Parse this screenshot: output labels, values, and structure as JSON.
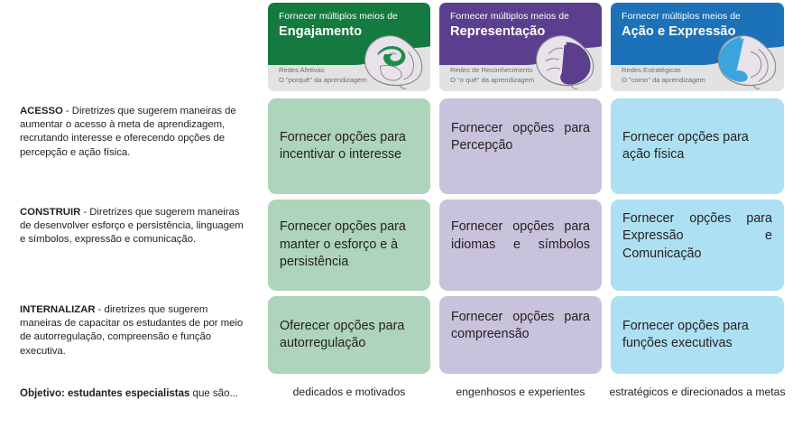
{
  "columns": [
    {
      "id": "engajamento",
      "banner_small": "Fornecer múltiplos meios de",
      "banner_big": "Engajamento",
      "network": "Redes Afetivas",
      "question": "O \"porquê\" da aprendizagem",
      "color": "#157a3f",
      "cell_color": "#aed4bb",
      "icon": "brain-affective-icon"
    },
    {
      "id": "representacao",
      "banner_small": "Fornecer múltiplos meios de",
      "banner_big": "Representação",
      "network": "Redes de Reconhecimento",
      "question": "O \"o quê\" da aprendizagem",
      "color": "#5b3f8e",
      "cell_color": "#c9c2dc",
      "icon": "brain-recognition-icon"
    },
    {
      "id": "acao-expressao",
      "banner_small": "Fornecer múltiplos meios de",
      "banner_big": "Ação e Expressão",
      "network": "Redes Estratégicas",
      "question": "O \"como\" da aprendizagem",
      "color": "#1b72b8",
      "cell_color": "#ade0f2",
      "icon": "brain-strategic-icon"
    }
  ],
  "rows": [
    {
      "id": "acesso",
      "lead": "ACESSO",
      "description": " - Diretrizes que sugerem maneiras de aumentar o acesso à meta de aprendizagem, recrutando interesse e oferecendo opções de percepção e ação física.",
      "cells": [
        "Fornecer opções para incentivar o interesse",
        "Fornecer opções para Percepção",
        "Fornecer opções para ação física"
      ]
    },
    {
      "id": "construir",
      "lead": "CONSTRUIR",
      "description": " - Diretrizes que sugerem maneiras de desenvolver esforço e persistência, linguagem e símbolos, expressão e comunicação.",
      "cells": [
        "Fornecer opções para manter o esforço e à persistência",
        "Fornecer opções para idiomas e símbolos",
        "Fornecer opções para Expressão e Comunicação"
      ]
    },
    {
      "id": "internalizar",
      "lead": "INTERNALIZAR",
      "description": " - diretrizes que sugerem maneiras de capacitar os estudantes de por meio de autorregulação, compreensão e função executiva.",
      "cells": [
        "Oferecer opções para autorregulação",
        "Fornecer opções para compreensão",
        "Fornecer opções para funções executivas"
      ]
    }
  ],
  "footer": {
    "lead": "Objetivo: estudantes especialistas",
    "tail": " que são...",
    "goals": [
      "dedicados e motivados",
      "engenhosos e experientes",
      "estratégicos e direcionados a metas"
    ]
  }
}
